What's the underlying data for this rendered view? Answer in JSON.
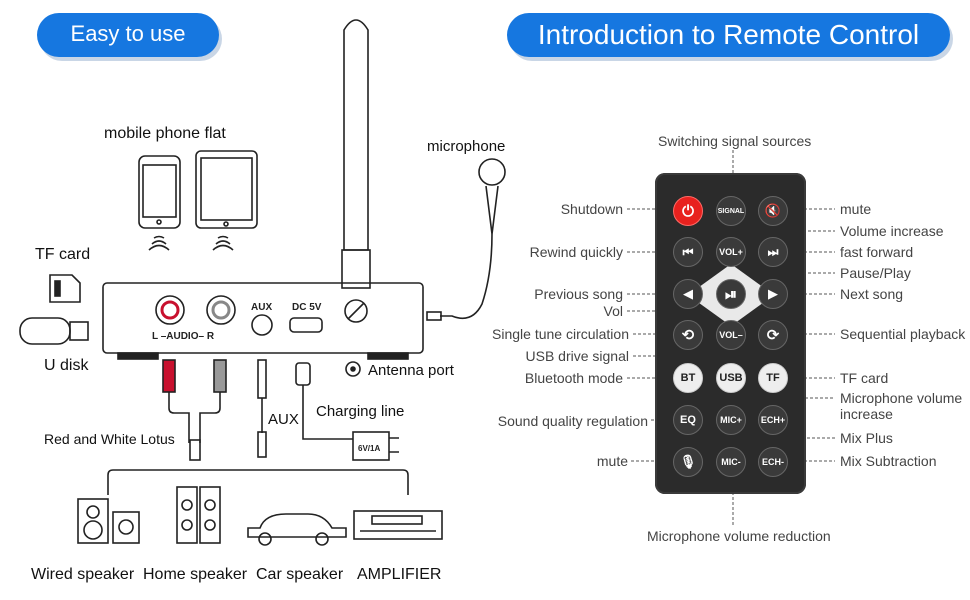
{
  "headers": {
    "left": "Easy to use",
    "right": "Introduction to Remote Control"
  },
  "left_panel": {
    "devices_label": "mobile phone  flat",
    "microphone": "microphone",
    "tf_card": "TF card",
    "u_disk": "U disk",
    "antenna_port": "Antenna port",
    "charging_line": "Charging line",
    "aux_label": "AUX",
    "red_white": "Red and White Lotus",
    "device_panel": {
      "audio": "L –AUDIO– R",
      "aux": "AUX",
      "dc": "DC 5V"
    },
    "adapter": "6V/1A",
    "outputs": [
      "Wired speaker",
      "Home speaker",
      "Car speaker",
      "AMPLIFIER"
    ]
  },
  "remote": {
    "top_label": "Switching signal sources",
    "bottom_label": "Microphone volume reduction",
    "left_labels": {
      "shutdown": "Shutdown",
      "rewind": "Rewind quickly",
      "previous": "Previous song",
      "vol": "Vol",
      "single": "Single tune circulation",
      "usb_signal": "USB drive signal",
      "bt_mode": "Bluetooth mode",
      "sound": "Sound quality regulation",
      "mute": "mute"
    },
    "right_labels": {
      "mute": "mute",
      "vol_inc": "Volume increase",
      "fast": "fast forward",
      "pause": "Pause/Play",
      "next": "Next song",
      "seq": "Sequential playback",
      "tf": "TF card",
      "mic_inc": "Microphone volume increase",
      "mix_plus": "Mix Plus",
      "mix_sub": "Mix Subtraction"
    },
    "buttons": {
      "power": "⏻",
      "signal": "SIGNAL",
      "mute": "🔇",
      "rewind": "⏮",
      "vol_plus": "VOL+",
      "forward": "⏭",
      "prev": "◀",
      "play": "⏯",
      "next": "▶",
      "loop": "⟲",
      "vol_minus": "VOL–",
      "seq": "⟳",
      "bt": "BT",
      "usb": "USB",
      "tf": "TF",
      "eq": "EQ",
      "mic_plus": "MIC+",
      "ech_plus": "ECH+",
      "mic_mute": "🎙",
      "mic_minus": "MIC-",
      "ech_minus": "ECH-"
    }
  },
  "colors": {
    "accent": "#1677e0",
    "power": "#e8211e",
    "remote": "#2b2b2b"
  }
}
